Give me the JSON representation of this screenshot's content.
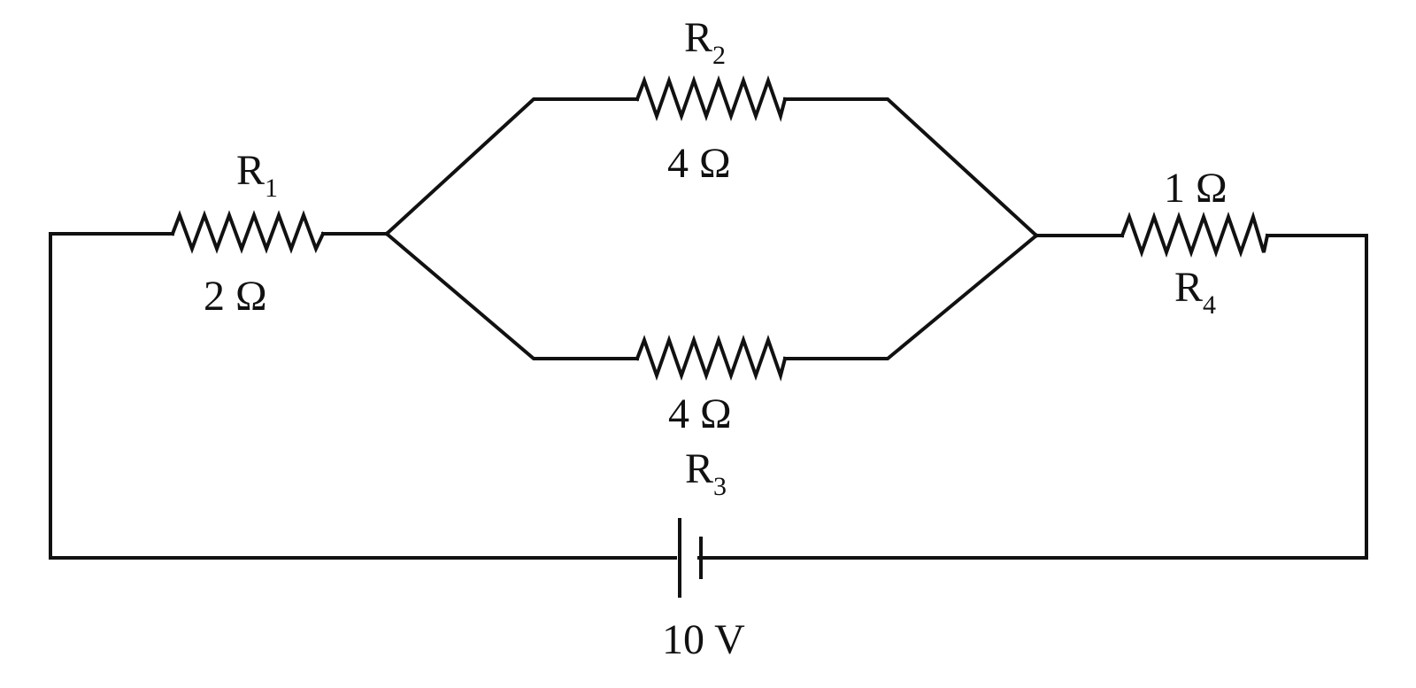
{
  "circuit": {
    "r1": {
      "name": "R",
      "sub": "1",
      "value": "2 Ω"
    },
    "r2": {
      "name": "R",
      "sub": "2",
      "value": "4 Ω"
    },
    "r3": {
      "name": "R",
      "sub": "3",
      "value": "4 Ω"
    },
    "r4": {
      "name": "R",
      "sub": "4",
      "value": "1 Ω"
    },
    "battery": {
      "value": "10 V"
    }
  },
  "colors": {
    "line": "#111111",
    "background": "#ffffff"
  }
}
